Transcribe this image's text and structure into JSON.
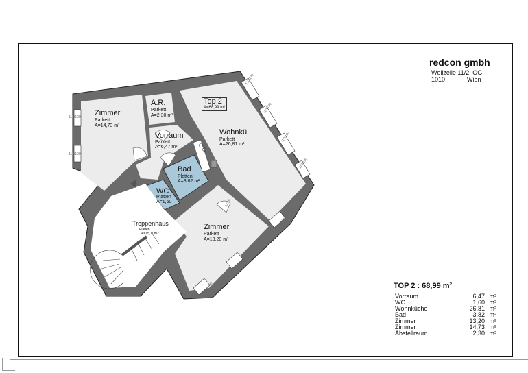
{
  "company": {
    "name": "redcon gmbh",
    "street": "Wollzeile 11/2. OG",
    "zip": "1010",
    "city": "Wien"
  },
  "summary": {
    "title": "TOP 2  : 68,99 m²",
    "rows": [
      {
        "name": "Vorraum",
        "value": "6,47",
        "unit": "m²"
      },
      {
        "name": "WC",
        "value": "1,60",
        "unit": "m²"
      },
      {
        "name": "Wohnküche",
        "value": "26,81",
        "unit": "m²"
      },
      {
        "name": "Bad",
        "value": "3,82",
        "unit": "m²"
      },
      {
        "name": "Zimmer",
        "value": "13,20",
        "unit": "m²"
      },
      {
        "name": "Zimmer",
        "value": "14,73",
        "unit": "m²"
      },
      {
        "name": "Abstellraum",
        "value": "2,30",
        "unit": "m²"
      }
    ]
  },
  "unit_tag": {
    "name": "Top 2",
    "area": "A=68,99 m²"
  },
  "rooms": {
    "zimmer1": {
      "name": "Zimmer",
      "floor": "Parkett",
      "area": "A=14,73 m²"
    },
    "ar": {
      "name": "A.R.",
      "floor": "Parkett",
      "area": "A=2,30 m²"
    },
    "vorraum": {
      "name": "Vorraum",
      "floor": "Parkett",
      "area": "A=6,47 m²"
    },
    "wohnkueche": {
      "name": "Wohnkü.",
      "floor": "Parkett",
      "area": "A=26,81 m²"
    },
    "bad": {
      "name": "Bad",
      "floor": "Platten",
      "area": "A=3,82 m²"
    },
    "wc": {
      "name": "WC",
      "floor": "Platten",
      "area": "A=1,60"
    },
    "zimmer2": {
      "name": "Zimmer",
      "floor": "Parkett",
      "area": "A=13,20 m²"
    },
    "treppenhaus": {
      "name": "Treppenhaus",
      "floor": "Platten",
      "area": "A=15,10m2"
    }
  },
  "dimensions": {
    "window": "110/190",
    "door": "80/200"
  },
  "colors": {
    "wall": "#6b6b6b",
    "room": "#ececec",
    "wet": "#a9c8da",
    "frame": "#111111"
  }
}
